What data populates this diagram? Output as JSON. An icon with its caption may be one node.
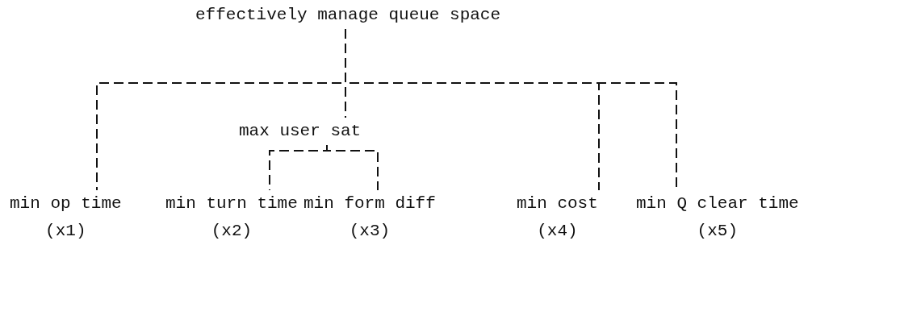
{
  "diagram": {
    "nodes": [
      {
        "text": [
          "effectively manage queue space"
        ]
      },
      {
        "text": [
          "max user sat"
        ]
      },
      {
        "text": [
          "min op time"
        ],
        "beside": [
          "(x1)"
        ]
      },
      {
        "text": [
          "min turn time"
        ],
        "beside": [
          "(x2)"
        ]
      },
      {
        "text": [
          "min form diff"
        ],
        "beside": [
          "(x3)"
        ]
      },
      {
        "text": [
          "min cost"
        ],
        "beside": [
          "(x4)"
        ]
      },
      {
        "text": [
          "min Q clear time"
        ],
        "beside": [
          "(x5)"
        ]
      }
    ],
    "edges": [
      {
        "from": 0,
        "to": 2,
        "arrow": "none"
      },
      {
        "from": 0,
        "to": 1,
        "arrow": "none"
      },
      {
        "from": 0,
        "to": 5,
        "arrow": "none"
      },
      {
        "from": 0,
        "to": 6,
        "arrow": "none"
      },
      {
        "from": 1,
        "to": 3,
        "arrow": "none"
      },
      {
        "from": 1,
        "to": 4,
        "arrow": "none"
      }
    ]
  }
}
